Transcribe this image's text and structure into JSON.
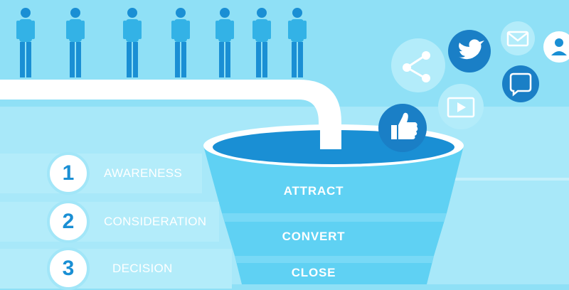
{
  "stages": [
    {
      "number": "1",
      "label": "AWARENESS"
    },
    {
      "number": "2",
      "label": "CONSIDERATION"
    },
    {
      "number": "3",
      "label": "DECISION"
    }
  ],
  "funnel": {
    "tiers": [
      "ATTRACT",
      "CONVERT",
      "CLOSE"
    ]
  },
  "icons": [
    "share-icon",
    "twitter-icon",
    "mail-icon",
    "user-icon",
    "play-icon",
    "chat-icon",
    "thumbs-up-icon"
  ],
  "colors": {
    "background": "#8fe0f6",
    "pipe": "#ffffff",
    "funnel_top": "#1a8fd4",
    "funnel_body": "#5fd1f3",
    "icon_dark": "#1a7fc6",
    "icon_light": "#b3ecfa",
    "people": "#1a8fd4"
  }
}
